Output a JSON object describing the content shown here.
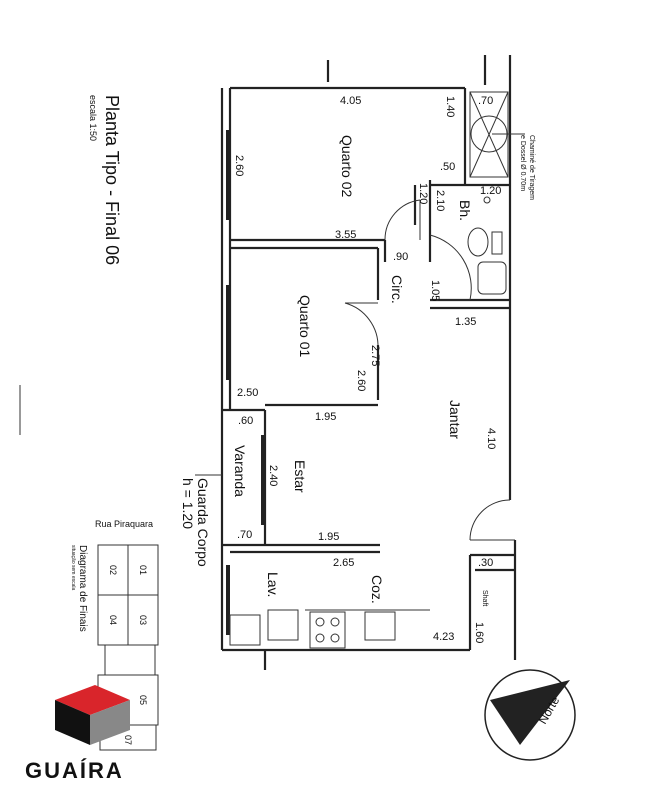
{
  "title": "Planta Tipo - Final 06",
  "scale": "escala 1:50",
  "rooms": {
    "quarto02": "Quarto 02",
    "quarto01": "Quarto 01",
    "bh": "Bh.",
    "circ": "Circ.",
    "jantar": "Jantar",
    "estar": "Estar",
    "varanda": "Varanda",
    "lav": "Lav.",
    "coz": "Coz.",
    "shaft": "Shaft"
  },
  "dimensions": {
    "d405": "4.05",
    "d140": "1.40",
    "d070a": ".70",
    "d260a": "2.60",
    "d050": ".50",
    "d120a": "1.20",
    "d210": "2.10",
    "d120b": "1.20",
    "d355": "3.55",
    "d090": ".90",
    "d105": "1.05",
    "d135": "1.35",
    "d275": "2.75",
    "d260b": "2.60",
    "d250": "2.50",
    "d060": ".60",
    "d195a": "1.95",
    "d410": "4.10",
    "d240": "2.40",
    "d070b": ".70",
    "d195b": "1.95",
    "d265": "2.65",
    "d030": ".30",
    "d160": "1.60",
    "d423": "4.23"
  },
  "chimney_note": [
    "Chaminé de Tiragem",
    "e Dossel Ø 0.70m"
  ],
  "guard_rail": [
    "Guarda Corpo",
    "h = 1.20"
  ],
  "street": "Rua Piraquara",
  "diagram": {
    "title": "Diagrama de Finais",
    "subtitle": "situação sem escala",
    "units": [
      "01",
      "02",
      "03",
      "04",
      "05",
      "07"
    ]
  },
  "compass": "Norte",
  "logo": "GUAÍRA"
}
